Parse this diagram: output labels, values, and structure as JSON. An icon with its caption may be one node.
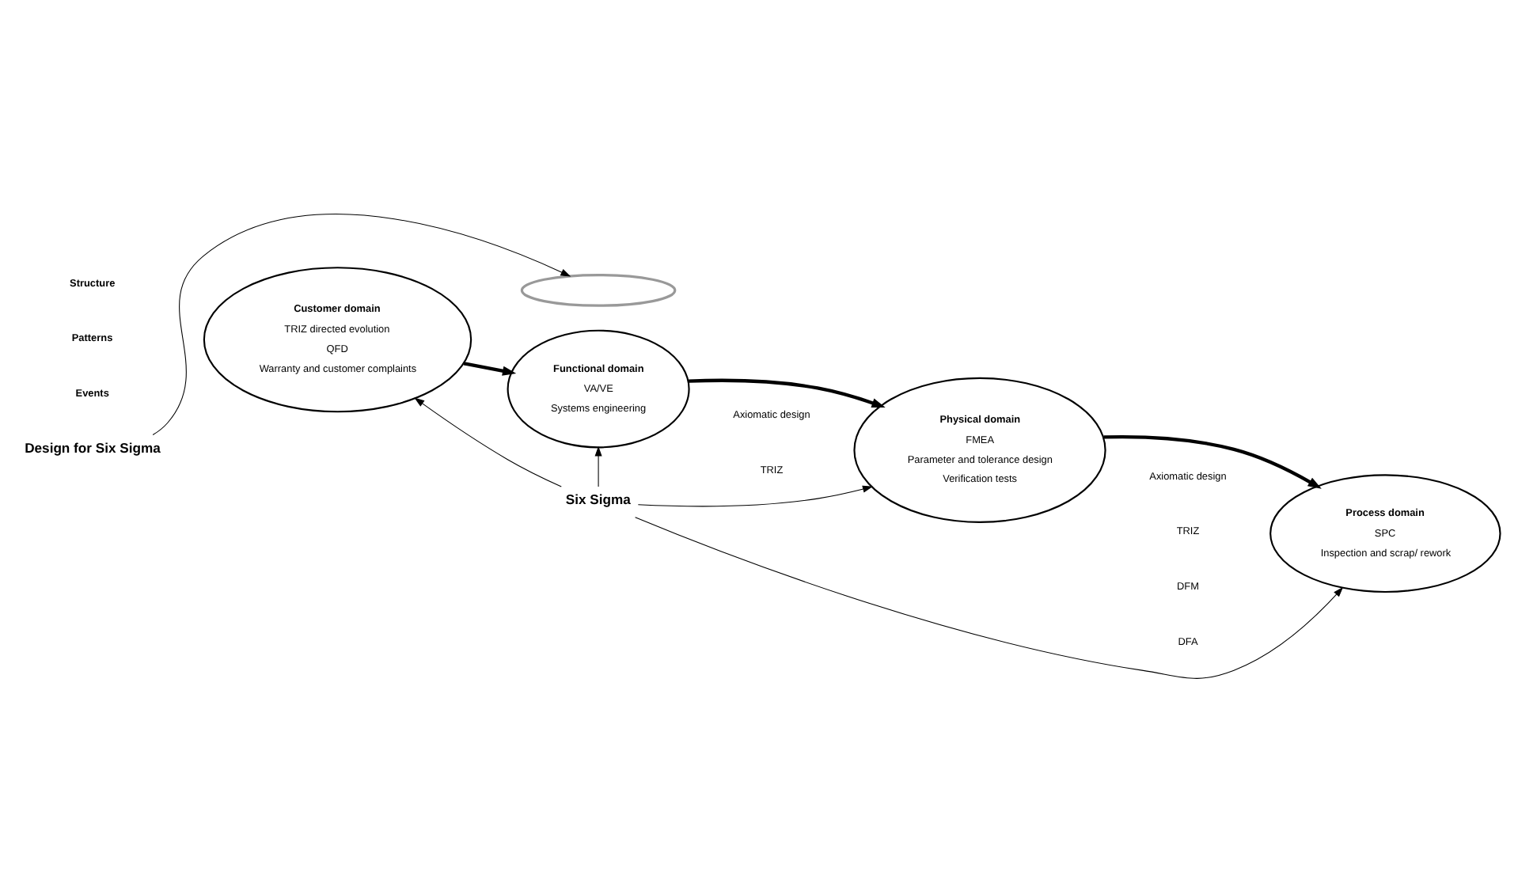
{
  "diagram": {
    "nodes": [
      {
        "text": [
          "Customer domain",
          "TRIZ directed evolution",
          "QFD",
          "Warranty and customer complaints"
        ]
      },
      {
        "text": [
          "Functional domain",
          "VA/VE",
          "Systems engineering"
        ]
      },
      {
        "text": [
          "Physical domain",
          "FMEA",
          "Parameter and tolerance design",
          "Verification tests"
        ]
      },
      {
        "text": [
          "Process domain",
          "SPC",
          "Inspection and scrap/ rework"
        ]
      },
      {
        "text": [],
        "shape": "ellipse"
      },
      {
        "text": [
          "Design for Six Sigma"
        ]
      },
      {
        "text": [
          "Six Sigma"
        ]
      }
    ],
    "edges": [
      {
        "from": 0,
        "to": 1,
        "arrow": "to",
        "style": "thick"
      },
      {
        "from": 1,
        "to": 2,
        "arrow": "to",
        "style": "thick"
      },
      {
        "from": 2,
        "to": 3,
        "arrow": "to",
        "style": "thick"
      },
      {
        "from": 5,
        "to": 4,
        "arrow": "to"
      },
      {
        "from": 6,
        "to": 0,
        "arrow": "to"
      },
      {
        "from": 6,
        "to": 1,
        "arrow": "to"
      },
      {
        "from": 6,
        "to": 2,
        "arrow": "to"
      },
      {
        "from": 6,
        "to": 3,
        "arrow": "to"
      }
    ],
    "labels": [
      "Structure",
      "Patterns",
      "Events",
      "Axiomatic design",
      "TRIZ",
      "Axiomatic design",
      "TRIZ",
      "DFM",
      "DFA"
    ]
  }
}
